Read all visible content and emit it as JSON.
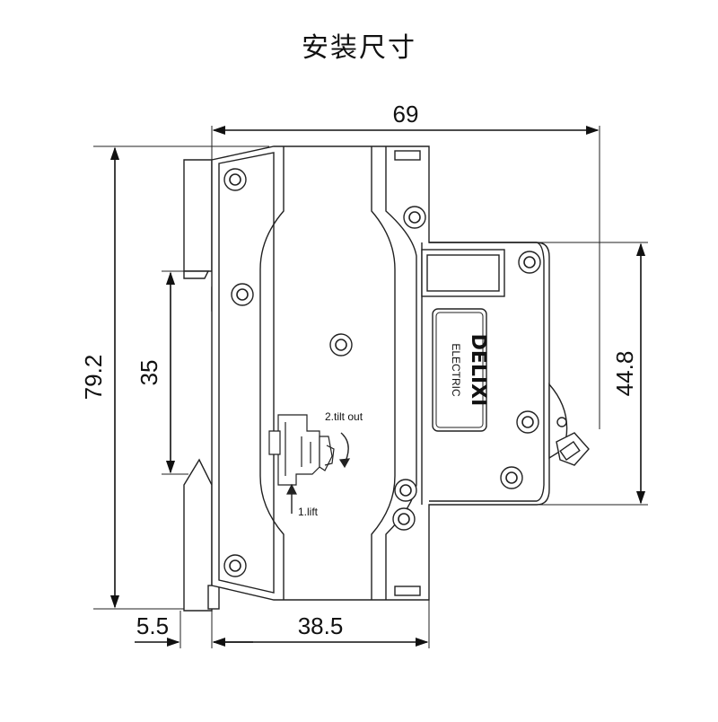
{
  "title": "安装尺寸",
  "dimensions": {
    "top_width": "69",
    "overall_height": "79.2",
    "rail_height": "35",
    "right_height": "44.8",
    "bottom_left": "5.5",
    "bottom_depth": "38.5"
  },
  "annotations": {
    "step_tilt": "2.tilt out",
    "step_lift": "1.lift"
  },
  "brand": {
    "logo": "DELIXI",
    "subtitle": "ELECTRIC"
  }
}
